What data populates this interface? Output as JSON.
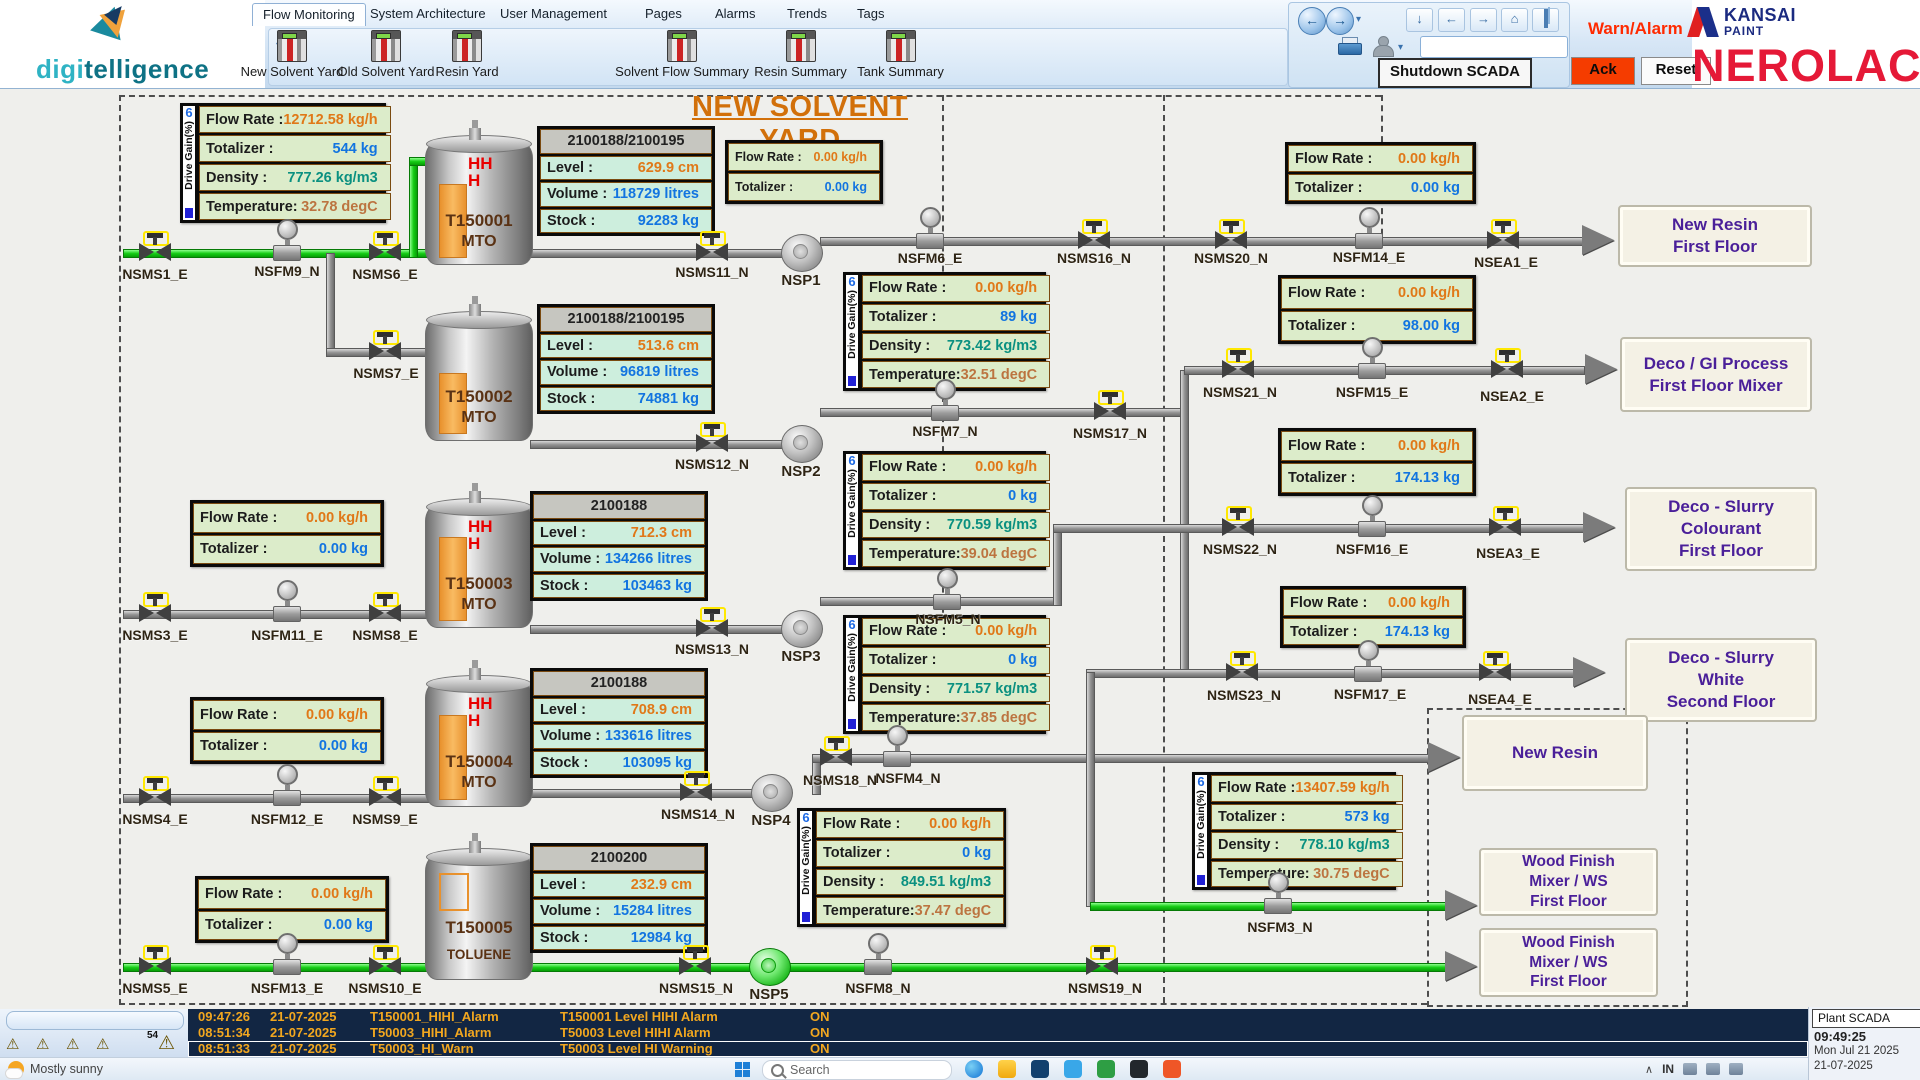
{
  "brand": {
    "logo_part1": "digi",
    "logo_part2": "telligence"
  },
  "ribbon": {
    "tabs": [
      "Flow Monitoring",
      "System Architecture",
      "User Management",
      "Pages",
      "Alarms",
      "Trends",
      "Tags"
    ],
    "buttons": [
      "New Solvent Yard",
      "Old Solvent Yard",
      "Resin Yard",
      "Solvent Flow Summary",
      "Resin Summary",
      "Tank Summary"
    ],
    "shutdown": "Shutdown SCADA",
    "warn_alarm": "Warn/Alarm",
    "ack": "Ack",
    "reset": "Reset"
  },
  "partner": {
    "kansai": "KANSAI",
    "paint": "PAINT",
    "nerolac": "NEROLAC"
  },
  "yard": {
    "title": "NEW SOLVENT YARD",
    "drive_gain_value": "6",
    "drive_gain_label": "Drive Gain(%)",
    "labels": {
      "flow": "Flow Rate :",
      "tot": "Totalizer :",
      "den": "Density :",
      "temp": "Temperature:",
      "level": "Level :",
      "vol": "Volume :",
      "stock": "Stock :"
    },
    "tanks": [
      {
        "name": "T150001",
        "product": "MTO",
        "header": "2100188/2100195",
        "level": "629.9 cm",
        "volume": "118729 litres",
        "stock": "92283 kg",
        "alarm_hh": "HH",
        "alarm_h": "H"
      },
      {
        "name": "T150002",
        "product": "MTO",
        "header": "2100188/2100195",
        "level": "513.6 cm",
        "volume": "96819 litres",
        "stock": "74881 kg"
      },
      {
        "name": "T150003",
        "product": "MTO",
        "header": "2100188",
        "level": "712.3 cm",
        "volume": "134266 litres",
        "stock": "103463 kg",
        "alarm_hh": "HH",
        "alarm_h": "H"
      },
      {
        "name": "T150004",
        "product": "MTO",
        "header": "2100188",
        "level": "708.9 cm",
        "volume": "133616 litres",
        "stock": "103095 kg",
        "alarm_hh": "HH",
        "alarm_h": "H"
      },
      {
        "name": "T150005",
        "product": "TOLUENE",
        "header": "2100200",
        "level": "232.9 cm",
        "volume": "15284 litres",
        "stock": "12984 kg"
      }
    ],
    "panels": {
      "p1": {
        "flow": "12712.58 kg/h",
        "tot": "544 kg",
        "den": "777.26 kg/m3",
        "temp": "32.78 degC"
      },
      "p3": {
        "flow": "0.00 kg/h",
        "tot": "0.00 kg"
      },
      "p4": {
        "flow": "0.00 kg/h",
        "tot": "0.00 kg"
      },
      "p5": {
        "flow": "0.00 kg/h",
        "tot": "0.00 kg"
      },
      "m1": {
        "flow": "0.00 kg/h",
        "tot": "0.00 kg"
      },
      "m2": {
        "flow": "0.00 kg/h",
        "tot": "89 kg",
        "den": "773.42 kg/m3",
        "temp": "32.51 degC"
      },
      "m3": {
        "flow": "0.00 kg/h",
        "tot": "0 kg",
        "den": "770.59 kg/m3",
        "temp": "39.04 degC"
      },
      "m4": {
        "flow": "0.00 kg/h",
        "tot": "0 kg",
        "den": "771.57 kg/m3",
        "temp": "37.85 degC"
      },
      "m5": {
        "flow": "0.00 kg/h",
        "tot": "0 kg",
        "den": "849.51 kg/m3",
        "temp": "37.47 degC"
      },
      "m6": {
        "flow": "13407.59 kg/h",
        "tot": "573 kg",
        "den": "778.10 kg/m3",
        "temp": "30.75 degC"
      },
      "r1": {
        "flow": "0.00 kg/h",
        "tot": "0.00 kg"
      },
      "r2": {
        "flow": "0.00 kg/h",
        "tot": "98.00 kg"
      },
      "r3": {
        "flow": "0.00 kg/h",
        "tot": "174.13 kg"
      },
      "r4": {
        "flow": "0.00 kg/h",
        "tot": "174.13 kg"
      }
    },
    "valves": {
      "nsms1_e": "NSMS1_E",
      "nsms3_e": "NSMS3_E",
      "nsms4_e": "NSMS4_E",
      "nsms5_e": "NSMS5_E",
      "nsms6_e": "NSMS6_E",
      "nsms7_e": "NSMS7_E",
      "nsms8_e": "NSMS8_E",
      "nsms9_e": "NSMS9_E",
      "nsms10_e": "NSMS10_E",
      "nsms11_n": "NSMS11_N",
      "nsms12_n": "NSMS12_N",
      "nsms13_n": "NSMS13_N",
      "nsms14_n": "NSMS14_N",
      "nsms15_n": "NSMS15_N",
      "nsms16_n": "NSMS16_N",
      "nsms17_n": "NSMS17_N",
      "nsms18_n": "NSMS18_N",
      "nsms19_n": "NSMS19_N",
      "nsms20_n": "NSMS20_N",
      "nsms21_n": "NSMS21_N",
      "nsms22_n": "NSMS22_N",
      "nsms23_n": "NSMS23_N",
      "nsea1_e": "NSEA1_E",
      "nsea2_e": "NSEA2_E",
      "nsea3_e": "NSEA3_E",
      "nsea4_e": "NSEA4_E"
    },
    "meters": {
      "nsfm9_n": "NSFM9_N",
      "nsfm11_e": "NSFM11_E",
      "nsfm12_e": "NSFM12_E",
      "nsfm13_e": "NSFM13_E",
      "nsfm6_e": "NSFM6_E",
      "nsfm7_n": "NSFM7_N",
      "nsfm5_n": "NSFM5_N",
      "nsfm4_n": "NSFM4_N",
      "nsfm8_n": "NSFM8_N",
      "nsfm3_n": "NSFM3_N",
      "nsfm14_e": "NSFM14_E",
      "nsfm15_e": "NSFM15_E",
      "nsfm16_e": "NSFM16_E",
      "nsfm17_e": "NSFM17_E"
    },
    "pumps": {
      "nsp1": "NSP1",
      "nsp2": "NSP2",
      "nsp3": "NSP3",
      "nsp4": "NSP4",
      "nsp5": "NSP5"
    },
    "destinations": {
      "d1": [
        "New Resin",
        "First Floor"
      ],
      "d2": [
        "Deco / GI Process",
        "First Floor Mixer"
      ],
      "d3": [
        "Deco - Slurry",
        "Colourant",
        "First Floor"
      ],
      "d4": [
        "Deco - Slurry",
        "White",
        "Second Floor"
      ],
      "d5": [
        "New Resin"
      ],
      "d6": [
        "Wood Finish",
        "Mixer /  WS",
        "First Floor"
      ],
      "d7": [
        "Wood Finish",
        "Mixer /  WS",
        "First Floor"
      ]
    }
  },
  "alarm_bar": {
    "count": "54",
    "rows": [
      {
        "time": "09:47:26",
        "date": "21-07-2025",
        "tag": "T150001_HIHI_Alarm",
        "desc": "T150001 Level HIHI Alarm",
        "state": "ON"
      },
      {
        "time": "08:51:34",
        "date": "21-07-2025",
        "tag": "T50003_HIHI_Alarm",
        "desc": "T50003 Level HIHI Alarm",
        "state": "ON"
      },
      {
        "time": "08:51:33",
        "date": "21-07-2025",
        "tag": "T50003_HI_Warn",
        "desc": "T50003 Level HI Warning",
        "state": "ON"
      }
    ]
  },
  "status_panel": {
    "title": "Plant SCADA",
    "time": "09:49:25",
    "date_long": "Mon Jul 21 2025",
    "date_short": "21-07-2025"
  },
  "taskbar": {
    "weather": "Mostly sunny",
    "search": "Search",
    "lang": "IN"
  }
}
